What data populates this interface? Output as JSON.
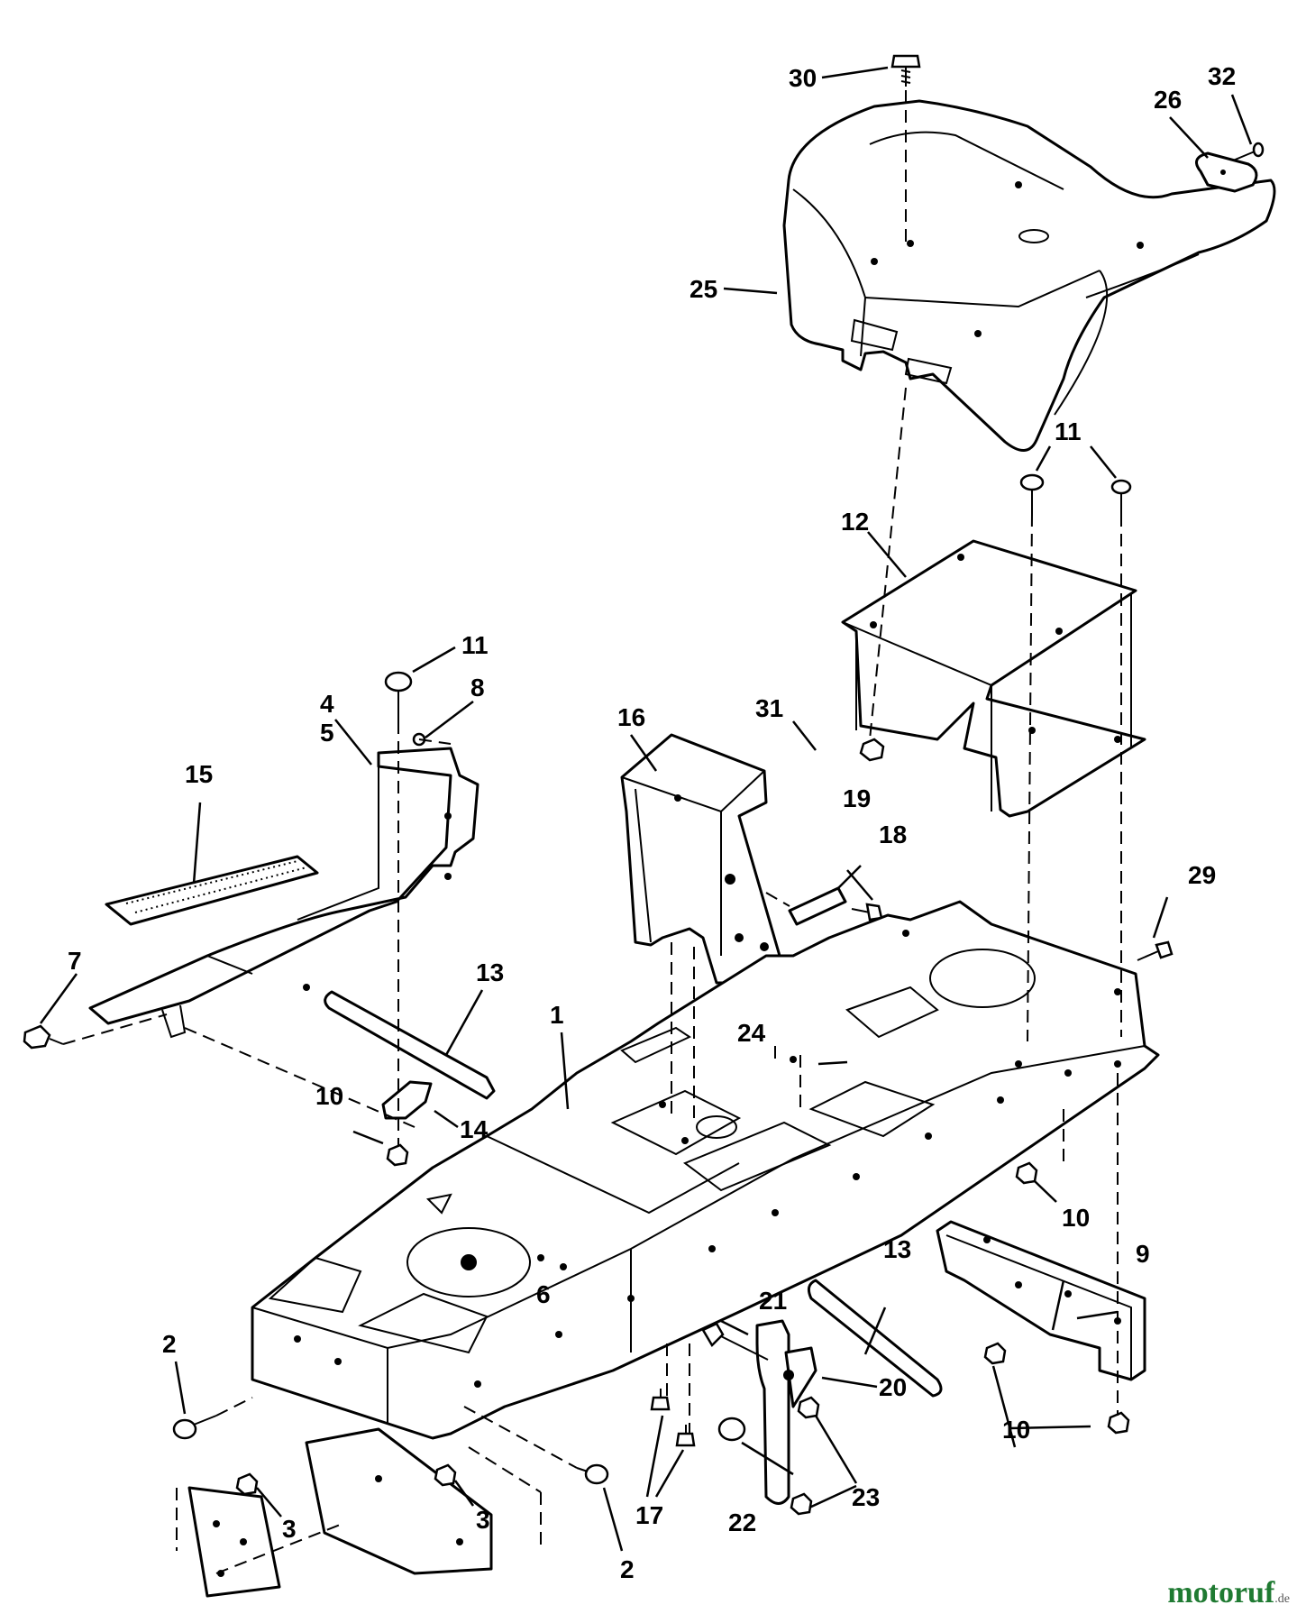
{
  "callouts": {
    "c1": "1",
    "c2a": "2",
    "c2b": "2",
    "c3a": "3",
    "c3b": "3",
    "c4": "4",
    "c5": "5",
    "c6": "6",
    "c7": "7",
    "c8": "8",
    "c9": "9",
    "c10a": "10",
    "c10b": "10",
    "c10c": "10",
    "c11a": "11",
    "c11b": "11",
    "c12": "12",
    "c13a": "13",
    "c13b": "13",
    "c14": "14",
    "c15": "15",
    "c16": "16",
    "c17": "17",
    "c18": "18",
    "c19": "19",
    "c20": "20",
    "c21": "21",
    "c22": "22",
    "c23": "23",
    "c24": "24",
    "c25": "25",
    "c26": "26",
    "c29": "29",
    "c30": "30",
    "c31": "31",
    "c32": "32"
  },
  "watermark": {
    "brand": "motoruf",
    "suffix": ".de"
  },
  "colors": {
    "line": "#000000",
    "background": "#ffffff",
    "brand": "#1f7a32"
  }
}
